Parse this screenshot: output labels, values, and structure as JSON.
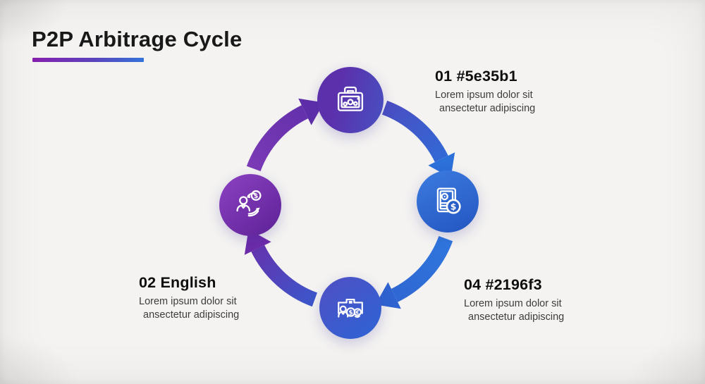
{
  "title": "P2P Arbitrage Cycle",
  "colors": {
    "background": "#f4f3f1",
    "underline_gradient_start": "#871fae",
    "underline_gradient_end": "#3473d9",
    "theme_purple": "#5e35b1",
    "theme_blue": "#2196f3",
    "arrow_purple": "#5e2ea9",
    "arrow_blue": "#2c70da"
  },
  "cycle": {
    "direction": "clockwise",
    "nodes": [
      {
        "position": "top",
        "icon": "briefcase-chart-icon",
        "color": "#5c2fab"
      },
      {
        "position": "right",
        "icon": "document-dollar-icon",
        "color": "#2f6fd8"
      },
      {
        "position": "bottom",
        "icon": "team-coins-icon",
        "color": "#3a5ccc"
      },
      {
        "position": "left",
        "icon": "person-money-exchange-icon",
        "color": "#6f2fa8"
      }
    ],
    "arrows": [
      {
        "from": "left",
        "to": "top",
        "color": "purple"
      },
      {
        "from": "top",
        "to": "right",
        "color": "indigo-to-blue"
      },
      {
        "from": "right",
        "to": "bottom",
        "color": "blue"
      },
      {
        "from": "bottom",
        "to": "left",
        "color": "blue-to-purple"
      }
    ]
  },
  "labels": {
    "step1": {
      "heading": "01 #5e35b1",
      "body_line1": "Lorem ipsum dolor sit",
      "body_line2": "ansectetur adipiscing"
    },
    "step2": {
      "heading": "02 English",
      "body_line1": "Lorem ipsum dolor sit",
      "body_line2": "ansectetur adipiscing"
    },
    "step4": {
      "heading": "04 #2196f3",
      "body_line1": "Lorem ipsum dolor sit",
      "body_line2": "ansectetur adipiscing"
    }
  }
}
